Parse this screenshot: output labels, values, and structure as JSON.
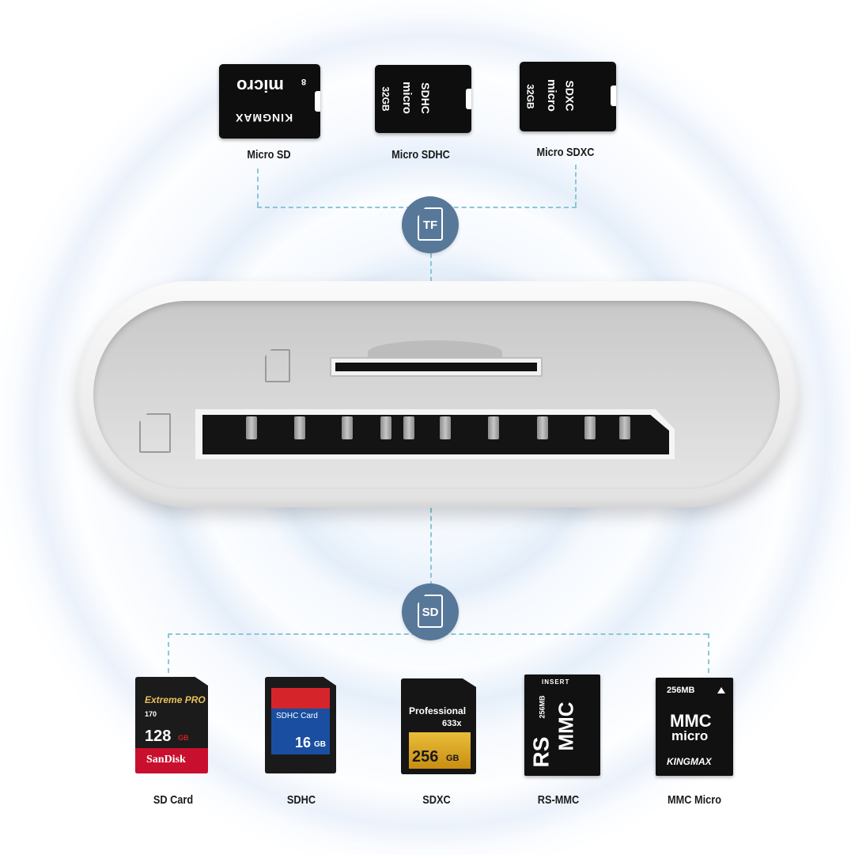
{
  "tf_group": {
    "badge": "TF",
    "cards": [
      {
        "label": "Micro SD",
        "l1": "micro",
        "l2": "8",
        "l3": "KINGMAX"
      },
      {
        "label": "Micro SDHC",
        "l1": "micro",
        "l2": "SDHC",
        "l3": "32GB"
      },
      {
        "label": "Micro SDXC",
        "l1": "micro",
        "l2": "SDXC",
        "l3": "32GB"
      }
    ]
  },
  "sd_group": {
    "badge": "SD",
    "cards": [
      {
        "label": "SD Card",
        "l1": "Extreme PRO",
        "l2": "170",
        "l3": "128",
        "l3u": "GB",
        "l4": "SanDisk"
      },
      {
        "label": "SDHC",
        "l1": "SDHC Card",
        "l2": "16",
        "l2u": "GB"
      },
      {
        "label": "SDXC",
        "l1": "Professional",
        "l2": "633x",
        "l3": "256",
        "l3u": "GB"
      },
      {
        "label": "RS-MMC",
        "l1": "INSERT",
        "l2": "RS",
        "l3": "MMC",
        "l4": "256MB"
      },
      {
        "label": "MMC Micro",
        "l1": "256MB",
        "l2": "MMC",
        "l3": "micro",
        "l4": "KINGMAX"
      }
    ]
  },
  "colors": {
    "badge": "#58789a",
    "dash": "#8cc6d6",
    "sandisk_red": "#c8102e",
    "sdhc_blue": "#1a4ea0",
    "sdxc_gold": "#d9a520"
  }
}
